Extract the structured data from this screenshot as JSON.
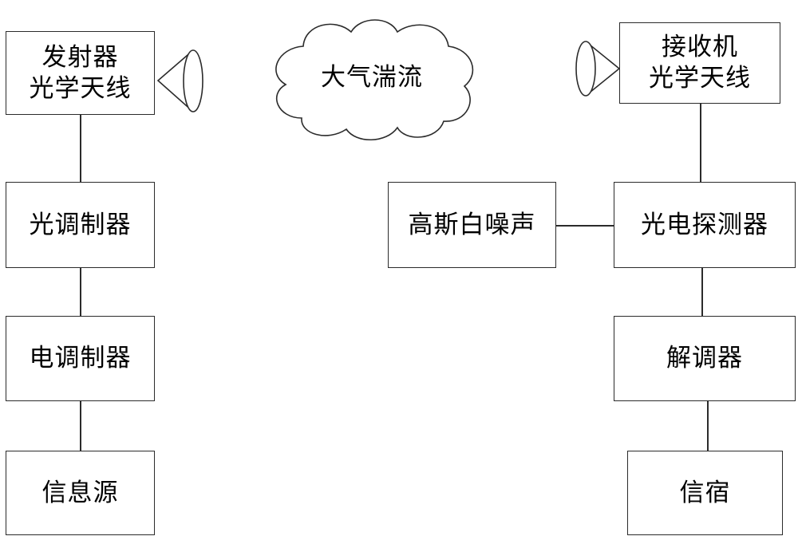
{
  "transmitter": {
    "antenna_line1": "发射器",
    "antenna_line2": "光学天线",
    "optical_modulator": "光调制器",
    "electrical_modulator": "电调制器",
    "information_source": "信息源"
  },
  "channel": {
    "turbulence": "大气湍流",
    "noise": "高斯白噪声"
  },
  "receiver": {
    "antenna_line1": "接收机",
    "antenna_line2": "光学天线",
    "photodetector": "光电探测器",
    "demodulator": "解调器",
    "information_sink": "信宿"
  }
}
